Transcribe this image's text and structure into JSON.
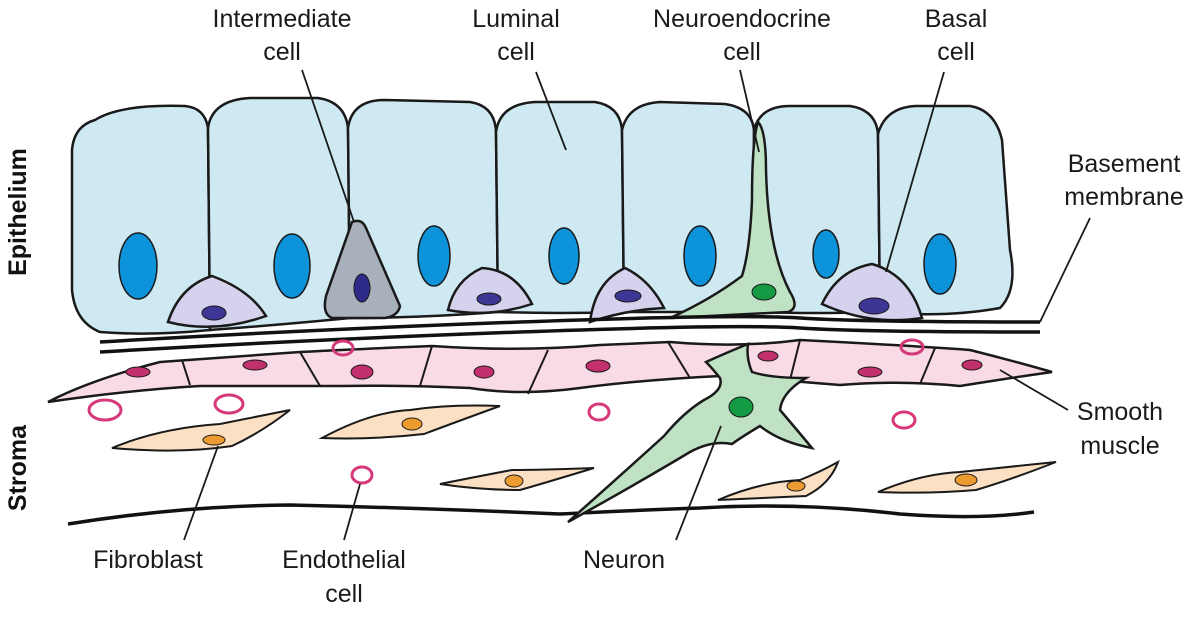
{
  "labels": {
    "intermediate_1": "Intermediate",
    "intermediate_2": "cell",
    "luminal_1": "Luminal",
    "luminal_2": "cell",
    "neuroendocrine_1": "Neuroendocrine",
    "neuroendocrine_2": "cell",
    "basal_1": "Basal",
    "basal_2": "cell",
    "basement_1": "Basement",
    "basement_2": "membrane",
    "smooth_1": "Smooth",
    "smooth_2": "muscle",
    "fibroblast": "Fibroblast",
    "endothelial_1": "Endothelial",
    "endothelial_2": "cell",
    "neuron": "Neuron",
    "epithelium": "Epithelium",
    "stroma": "Stroma"
  },
  "colors": {
    "luminal_fill": "#cfe9f2",
    "luminal_nucleus": "#0c93d9",
    "basal_fill": "#d4d2ec",
    "basal_nucleus": "#3d3694",
    "intermediate_fill": "#a7b0bb",
    "neuro_fill": "#bfe2c4",
    "neuro_nucleus": "#139a43",
    "smooth_fill": "#f8dbe7",
    "smooth_nucleus": "#c3306e",
    "fibro_fill": "#fbe0c4",
    "fibro_nucleus": "#eb9b30",
    "endothelial_stroke": "#d6397a",
    "outline": "#1a1a1a"
  }
}
